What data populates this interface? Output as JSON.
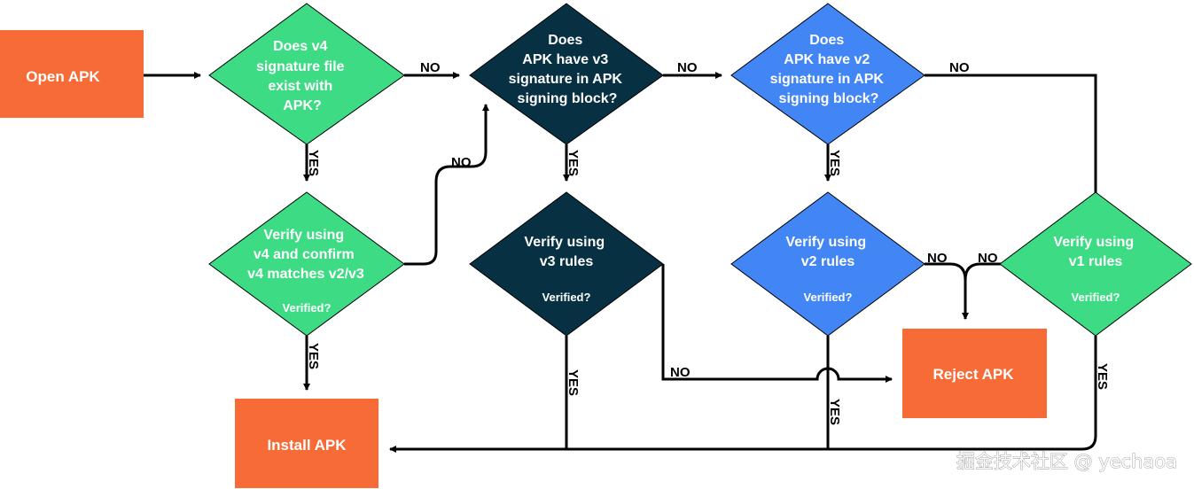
{
  "colors": {
    "orange": "#f76b37",
    "green": "#3ddc84",
    "dark": "#073042",
    "blue": "#4285f4",
    "line": "#000000"
  },
  "nodes": {
    "open": {
      "label": "Open APK"
    },
    "v4_exists": {
      "lines": [
        "Does v4",
        "signature file",
        "exist with",
        "APK?"
      ]
    },
    "v3_block": {
      "lines": [
        "Does",
        "APK have v3",
        "signature in APK",
        "signing block?"
      ]
    },
    "v2_block": {
      "lines": [
        "Does",
        "APK have v2",
        "signature in APK",
        "signing block?"
      ]
    },
    "verify_v4": {
      "lines": [
        "Verify using",
        "v4 and confirm",
        "v4 matches v2/v3"
      ],
      "sub": "Verified?"
    },
    "verify_v3": {
      "lines": [
        "Verify using",
        "v3 rules"
      ],
      "sub": "Verified?"
    },
    "verify_v2": {
      "lines": [
        "Verify using",
        "v2 rules"
      ],
      "sub": "Verified?"
    },
    "verify_v1": {
      "lines": [
        "Verify using",
        "v1 rules"
      ],
      "sub": "Verified?"
    },
    "install": {
      "label": "Install APK"
    },
    "reject": {
      "label": "Reject APK"
    }
  },
  "edges": {
    "yes": "YES",
    "no": "NO"
  },
  "watermark": "掘金技术社区 @ yechaoa"
}
